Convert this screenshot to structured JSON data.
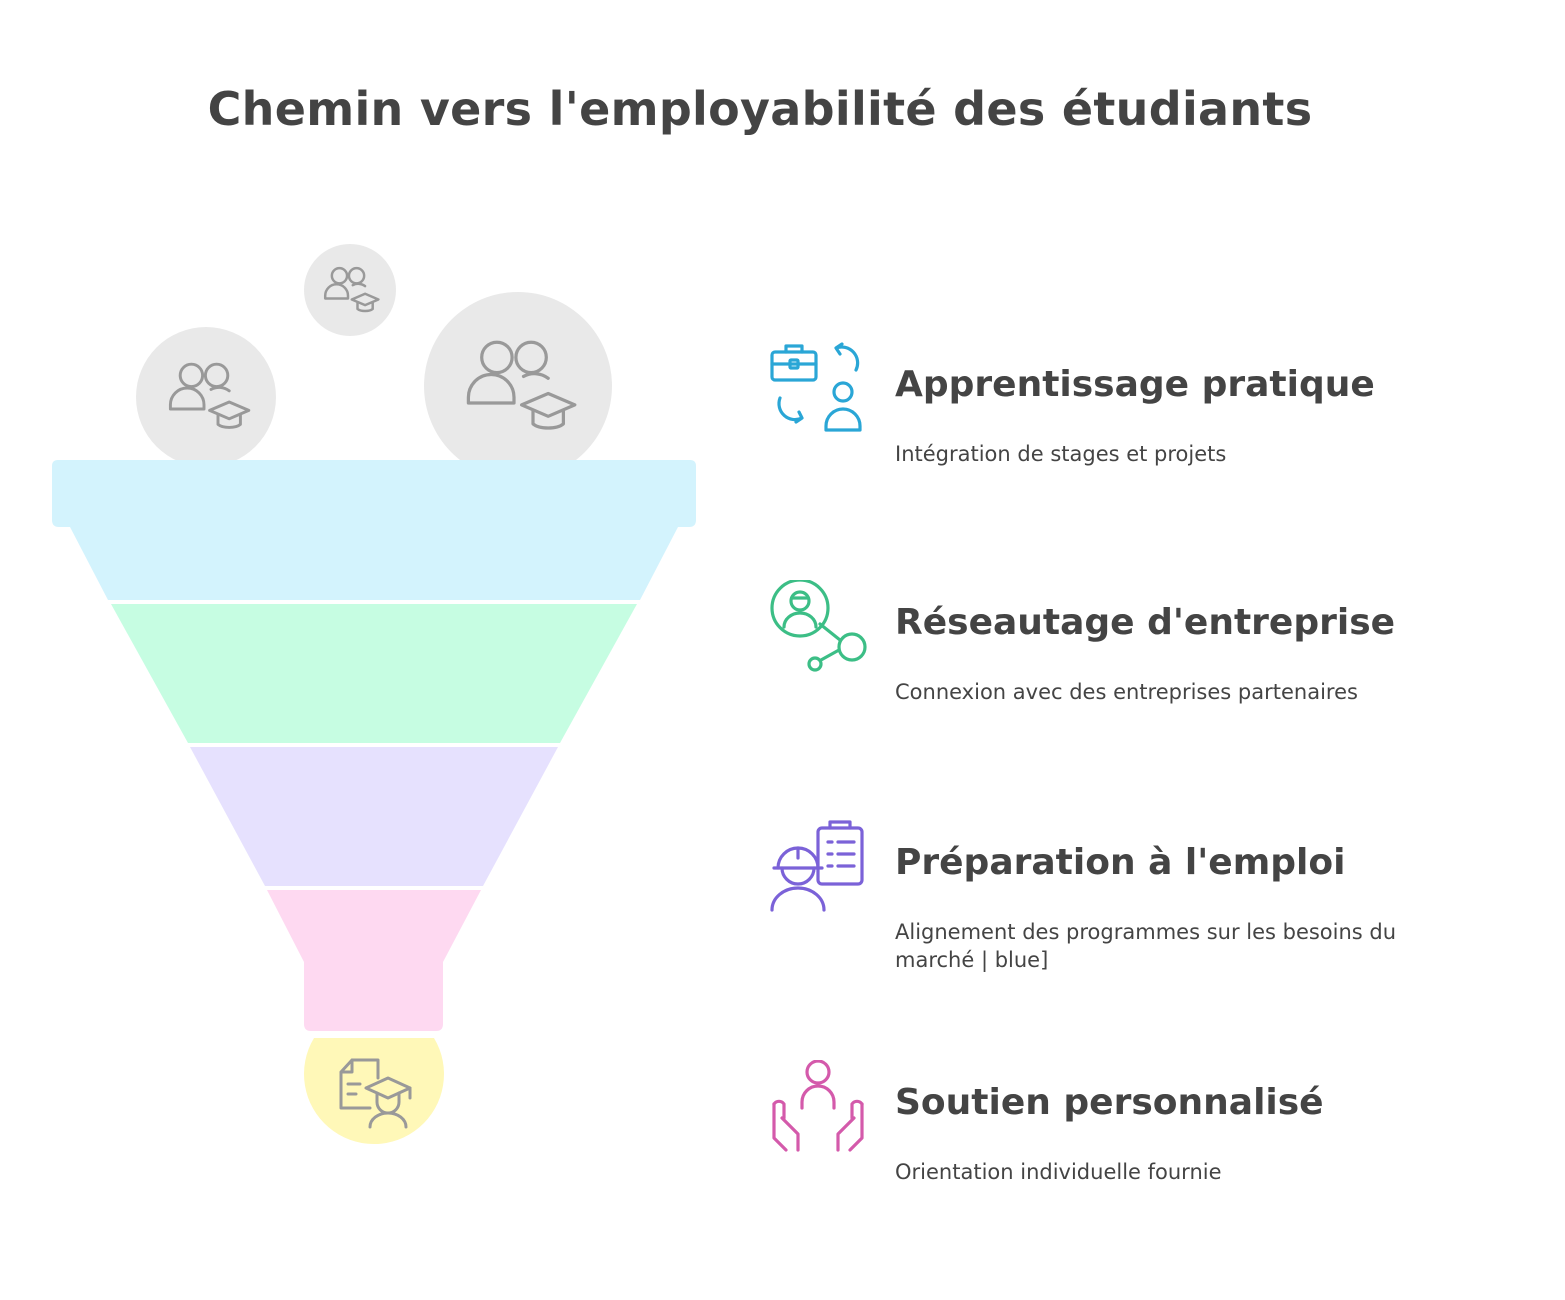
{
  "title": "Chemin vers l'employabilité des étudiants",
  "colors": {
    "text": "#444444",
    "band1": "#d3f3fd",
    "band2": "#c6fde2",
    "band3": "#e6e1fe",
    "band4": "#fed9f1",
    "output_circle": "#fff8b8",
    "input_circle": "#e9e9e9",
    "icon_gray": "#999999",
    "icon_blue": "#2aa6d6",
    "icon_green": "#3cbe86",
    "icon_purple": "#7b62d8",
    "icon_pink": "#d45aab"
  },
  "funnel": {
    "inputs": [
      {
        "icon": "students-graduation-icon"
      },
      {
        "icon": "students-graduation-icon"
      },
      {
        "icon": "students-graduation-icon"
      }
    ],
    "output": {
      "icon": "document-graduate-icon"
    }
  },
  "steps": [
    {
      "heading": "Apprentissage pratique",
      "description": "Intégration de stages et projets",
      "icon": "briefcase-exchange-icon",
      "color": "#2aa6d6"
    },
    {
      "heading": "Réseautage d'entreprise",
      "description": "Connexion avec des entreprises partenaires",
      "icon": "person-network-icon",
      "color": "#3cbe86"
    },
    {
      "heading": "Préparation à l'emploi",
      "description": "Alignement des programmes sur les besoins du marché | blue]",
      "icon": "worker-checklist-icon",
      "color": "#7b62d8"
    },
    {
      "heading": "Soutien personnalisé",
      "description": "Orientation individuelle fournie",
      "icon": "hands-support-icon",
      "color": "#d45aab"
    }
  ]
}
